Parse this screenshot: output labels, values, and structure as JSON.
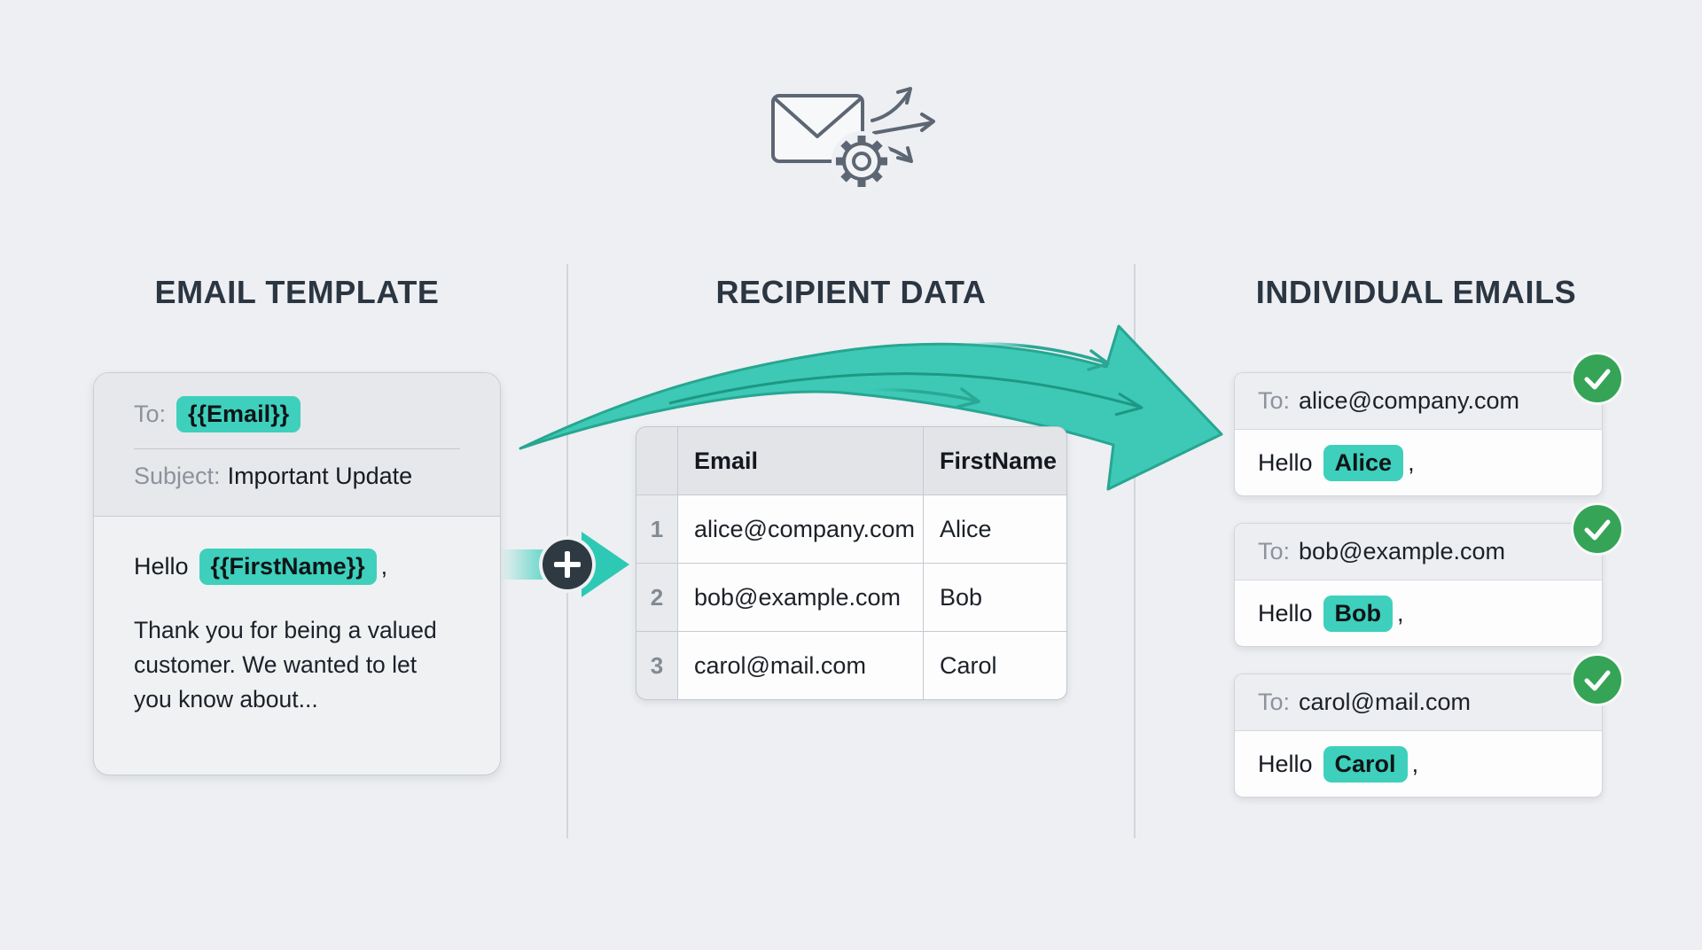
{
  "template_section": {
    "title": "EMAIL TEMPLATE",
    "card": {
      "to_label": "To:",
      "to_value": "{{Email}}",
      "subject_label": "Subject:",
      "subject_value": "Important Update",
      "greeting_prefix": "Hello",
      "greeting_variable": "{{FirstName}}",
      "greeting_punctuation": ",",
      "body_text": "Thank you for being a valued customer. We wanted to let you know about..."
    }
  },
  "recipient_section": {
    "title": "RECIPIENT DATA",
    "table": {
      "columns": [
        "Email",
        "FirstName"
      ],
      "rows": [
        {
          "index": "1",
          "email": "alice@company.com",
          "firstname": "Alice"
        },
        {
          "index": "2",
          "email": "bob@example.com",
          "firstname": "Bob"
        },
        {
          "index": "3",
          "email": "carol@mail.com",
          "firstname": "Carol"
        }
      ]
    }
  },
  "output_section": {
    "title": "INDIVIDUAL EMAILS",
    "emails": [
      {
        "to_label": "To:",
        "to_value": "alice@company.com",
        "greeting_prefix": "Hello",
        "name": "Alice",
        "greeting_punctuation": ","
      },
      {
        "to_label": "To:",
        "to_value": "bob@example.com",
        "greeting_prefix": "Hello",
        "name": "Bob",
        "greeting_punctuation": ","
      },
      {
        "to_label": "To:",
        "to_value": "carol@mail.com",
        "greeting_prefix": "Hello",
        "name": "Carol",
        "greeting_punctuation": ","
      }
    ]
  },
  "icons": {
    "top": "envelope-gear-fanout-icon",
    "merge": "plus-icon",
    "status": "check-icon"
  },
  "colors": {
    "background": "#edeff2",
    "highlight_teal": "#3ed0bc",
    "arrow_teal": "#3dc9b5",
    "arrow_outline": "#27a692",
    "success_green": "#35a457",
    "heading_dark": "#2b3642"
  }
}
